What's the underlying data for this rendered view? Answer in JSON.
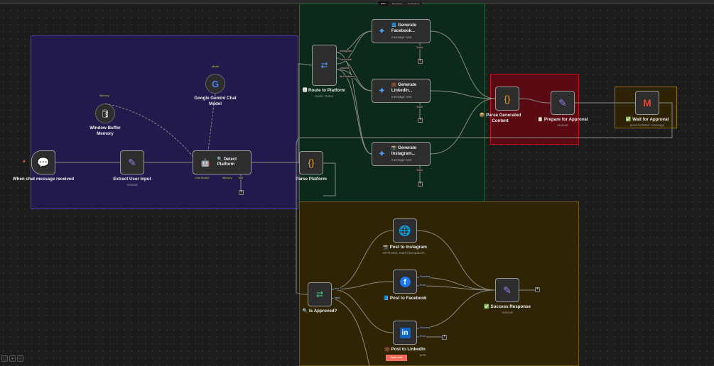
{
  "top_tabs": [
    "Editor",
    "Executions",
    "Evaluations"
  ],
  "nodes": {
    "chat_trigger": {
      "label": "When chat message received"
    },
    "extract": {
      "label": "Extract User Input",
      "sub": "manual"
    },
    "detect": {
      "label": "🔍 Detect Platform",
      "ports": [
        "Chat Model*",
        "Memory",
        "Tool"
      ]
    },
    "memory": {
      "label": "Window Buffer Memory",
      "port": "Memory"
    },
    "gemini": {
      "label": "Google Gemini Chat Model",
      "port": "Model"
    },
    "parse_platform": {
      "label": "Parse Platform"
    },
    "route": {
      "label": "🆇 Route to Platform",
      "sub": "mode: Rules",
      "outputs": [
        "Instagram",
        "Facebook",
        "LinkedIn",
        "All Platforms"
      ]
    },
    "gen_fb": {
      "label": "📘 Generate Facebook...",
      "sub": "message: text",
      "port": "Tools"
    },
    "gen_li": {
      "label": "💼 Generate LinkedIn...",
      "sub": "message: text",
      "port": "Tools"
    },
    "gen_ig": {
      "label": "📸 Generate Instagram...",
      "sub": "message: text",
      "port": "Tools"
    },
    "parse_content": {
      "label": "📦 Parse Generated Content"
    },
    "prepare": {
      "label": "📋 Prepare for Approval",
      "sub": "manual"
    },
    "wait": {
      "label": "✅ Wait for Approval",
      "sub": "sendAndWait: message"
    },
    "approved": {
      "label": "🔍 Is Approved?",
      "outputs": [
        "true",
        "false"
      ]
    },
    "post_ig": {
      "label": "📸 Post to Instagram",
      "sub": "OPTIONS: https://jsonplaceh..."
    },
    "post_fb": {
      "label": "📘 Post to Facebook",
      "outputs": [
        "Success",
        "Error"
      ]
    },
    "post_li": {
      "label": "💼 Post to LinkedIn",
      "sub": "post",
      "outputs": [
        "Success",
        "Error"
      ]
    },
    "success": {
      "label": "✅ Success Response",
      "sub": "manual"
    }
  },
  "open_chat_label": "Open chat",
  "colors": {
    "purple": "#221a4d",
    "green": "#0c2a1b",
    "red": "#5a0a12",
    "brown": "#2f2505"
  }
}
